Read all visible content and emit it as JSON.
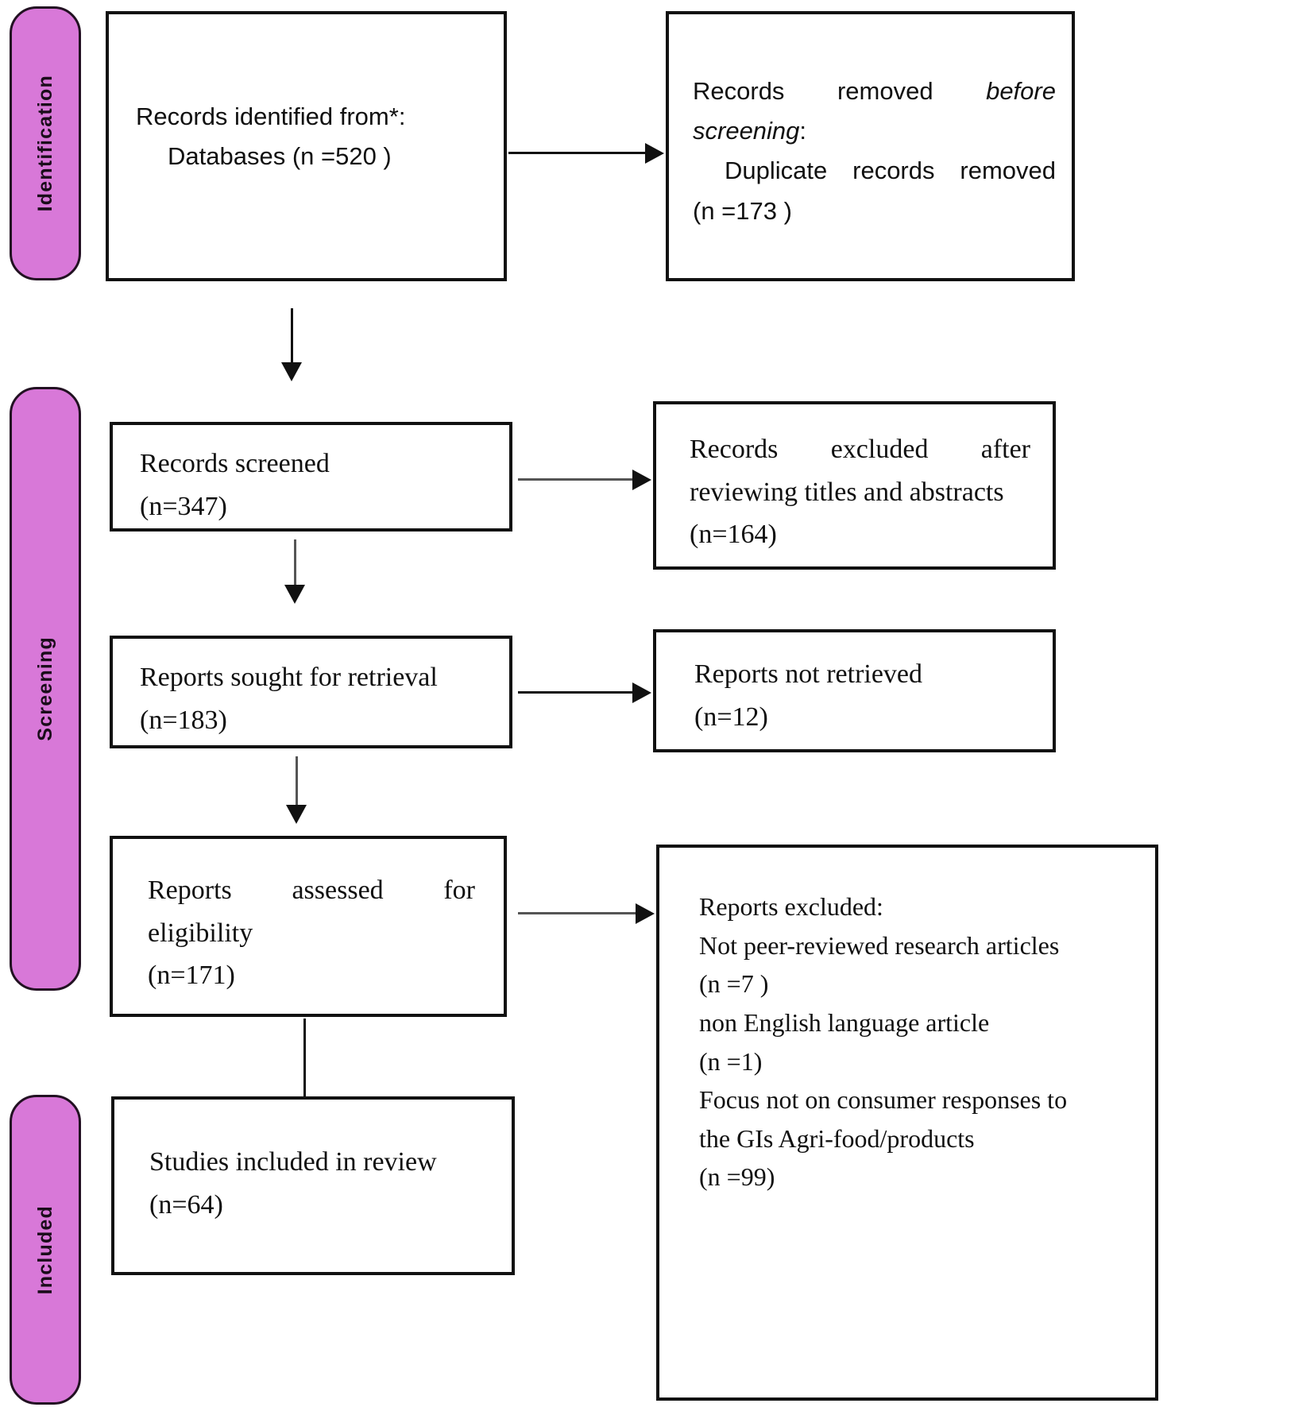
{
  "diagram": {
    "title": "PRISMA flow diagram",
    "accent_pink": "#d878d8",
    "border_color": "#111111"
  },
  "phases": [
    {
      "name": "identification",
      "label": "Identification"
    },
    {
      "name": "screening",
      "label": "Screening"
    },
    {
      "name": "included",
      "label": "Included"
    }
  ],
  "boxes": {
    "records_identified": {
      "line1": "Records identified from*:",
      "line2": "Databases (n =520 )"
    },
    "records_removed": {
      "line1a": "Records",
      "line1b": "removed",
      "line1c": "before",
      "line2": "screening",
      "line2_tail": ":",
      "line3a": "Duplicate",
      "line3b": "records",
      "line3c": "removed",
      "line4": "(n =173 )"
    },
    "records_screened": {
      "line1": "Records screened",
      "line2": "(n=347)"
    },
    "records_excluded": {
      "line1a": "Records",
      "line1b": "excluded",
      "line1c": "after",
      "line2": "reviewing titles and abstracts",
      "line3": "(n=164)"
    },
    "reports_sought": {
      "line1": "Reports sought for retrieval",
      "line2": "(n=183)"
    },
    "reports_not_retrieved": {
      "line1": "Reports not retrieved",
      "line2": "(n=12)"
    },
    "reports_assessed": {
      "line1a": "Reports",
      "line1b": "assessed",
      "line1c": "for",
      "line2": "eligibility",
      "line3": "(n=171)"
    },
    "reports_excluded": {
      "line1": "Reports excluded:",
      "line2": "Not peer-reviewed research articles",
      "line3": "(n =7 )",
      "line4": "non English language article",
      "line5": "(n =1)",
      "line6": "Focus not on consumer responses to",
      "line7": "the GIs Agri-food/products",
      "line8": "(n =99)"
    },
    "studies_included": {
      "line1": "Studies included in review",
      "line2": "(n=64)"
    }
  }
}
